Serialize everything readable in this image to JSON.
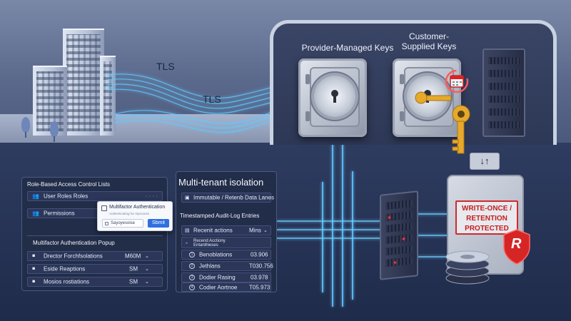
{
  "tls_labels": [
    "TLS",
    "TLS"
  ],
  "vault": {
    "provider_title": "Provider-Managed Keys",
    "customer_title_line1": "Customer-",
    "customer_title_line2": "Supplied Keys"
  },
  "rbac_panel": {
    "title": "Role-Based Access Control Lists",
    "rows": [
      {
        "icon": "users-icon",
        "label": "User Roles Roles"
      },
      {
        "icon": "users-icon",
        "label": "Permissions"
      }
    ],
    "popup": {
      "title": "Multifactor Authentication",
      "subtitle": "Authenticating for reprocess",
      "input_value": "Sayoyesoise",
      "button_label": "Sbmit"
    },
    "mfa_section_title": "Multifactor Authentication Popup",
    "mfa_rows": [
      {
        "label": "Drector Forchfsolations",
        "value": "M60M"
      },
      {
        "label": "Eside Reaptions",
        "value": "SM"
      },
      {
        "label": "Mosios rostiations",
        "value": "SM"
      }
    ]
  },
  "tenant_panel": {
    "title": "Multi-tenant isolation",
    "immutable_row": "Immutable / Retenb Data Lanes",
    "audit_title": "Timestamped Audit-Log Entries",
    "recent_row": {
      "label": "Recenit actions",
      "value": "Mins"
    },
    "sub_row_line1": "Recend Acctiony",
    "sub_row_line2": "Entanthieses",
    "entries": [
      {
        "num": "1",
        "label": "Benoblations",
        "value": "03.906"
      },
      {
        "num": "2",
        "label": "Jethlans",
        "value": "T030.756"
      },
      {
        "num": "3",
        "label": "Dodier Rasing",
        "value": "03.978"
      },
      {
        "num": "4",
        "label": "Codier Aortnoe",
        "value": "T05.973"
      }
    ]
  },
  "worm": {
    "label_line1": "WRITE-ONCE /",
    "label_line2": "RETENTION",
    "label_line3": "PROTECTED",
    "arrows": "↓↑",
    "shield_glyph": "R"
  },
  "colors": {
    "tls_stream": "#5cc4ff",
    "accent_red": "#d12a2a",
    "key_gold": "#e6a92a"
  }
}
